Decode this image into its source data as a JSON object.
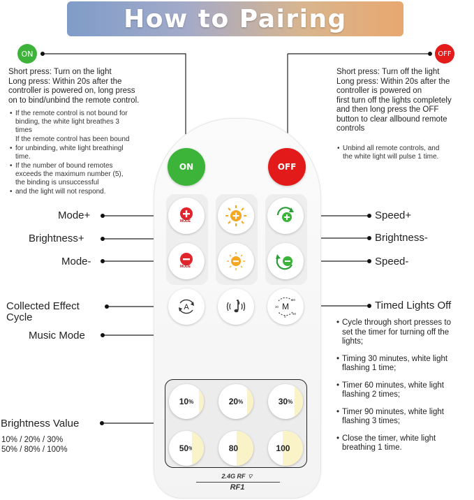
{
  "title": "How to Pairing",
  "on_badge": "ON",
  "off_badge": "OFF",
  "on_text": {
    "lines": [
      "Short press: Turn on the light",
      "Long press: Within 20s after the",
      "controller is powered on, long press",
      "on to bind/unbind the remote control."
    ],
    "bullets": [
      [
        "If the remote control is not bound for",
        "binding, the white light breathes 3",
        "times"
      ],
      [
        "If the remote control has been bound"
      ],
      [
        "for unbinding, white light breathingl",
        "time."
      ],
      [
        "If the number of bound remotes",
        "exceeds the maximum number (5),",
        "the binding is unsuccessful"
      ],
      [
        "and the light will not respond."
      ]
    ]
  },
  "off_text": {
    "lines": [
      "Short press: Turn off the light",
      "Long press: Within 20s after the",
      "controller is powered on",
      "first turn off the lights completely",
      "and then long press the OFF",
      "button to clear allbound remote",
      "controls"
    ],
    "bullets": [
      [
        "Unbind all remote controls, and",
        "the white light will pulse 1 time."
      ]
    ]
  },
  "labels": {
    "mode_plus": "Mode+",
    "brightness_plus": "Brightness+",
    "mode_minus": "Mode-",
    "collected_effect": "Collected Effect",
    "cycle": "Cycle",
    "music_mode": "Music Mode",
    "speed_plus": "Speed+",
    "brightness_minus": "Brightness-",
    "speed_minus": "Speed-",
    "timed_lights_off": "Timed Lights Off",
    "brightness_value": "Brightness Value",
    "brightness_values_line1": "10% / 20% / 30%",
    "brightness_values_line2": "50% / 80% / 100%"
  },
  "timer_text": [
    [
      "Cycle through short presses to",
      "set the timer for turning off the",
      "lights;"
    ],
    [
      "Timing 30 minutes, white light",
      "flashing 1 time;"
    ],
    [
      "Timer 60 minutes, white light",
      "flashing 2 times;"
    ],
    [
      "Timer 90 minutes, white light",
      "flashing 3 times;"
    ],
    [
      "Close the timer, white light",
      "breathing 1 time."
    ]
  ],
  "remote": {
    "on_label": "ON",
    "off_label": "OFF",
    "mode_text": "MODE",
    "auto_letter": "A",
    "timer_letter": "M",
    "timer_marks": [
      "30",
      "60",
      "90",
      "0"
    ],
    "brightness_buttons": [
      {
        "num": "10",
        "unit": "%",
        "fill": 0.1
      },
      {
        "num": "20",
        "unit": "%",
        "fill": 0.2
      },
      {
        "num": "30",
        "unit": "%",
        "fill": 0.3
      },
      {
        "num": "50",
        "unit": "%",
        "fill": 0.5
      },
      {
        "num": "80",
        "unit": "%",
        "fill": 0.8
      },
      {
        "num": "100",
        "unit": "%",
        "fill": 1.0
      }
    ],
    "freq": "2.4G RF",
    "model": "RF1"
  },
  "colors": {
    "green": "#3cb43a",
    "red": "#e31a1a",
    "orange": "#f5a623"
  }
}
